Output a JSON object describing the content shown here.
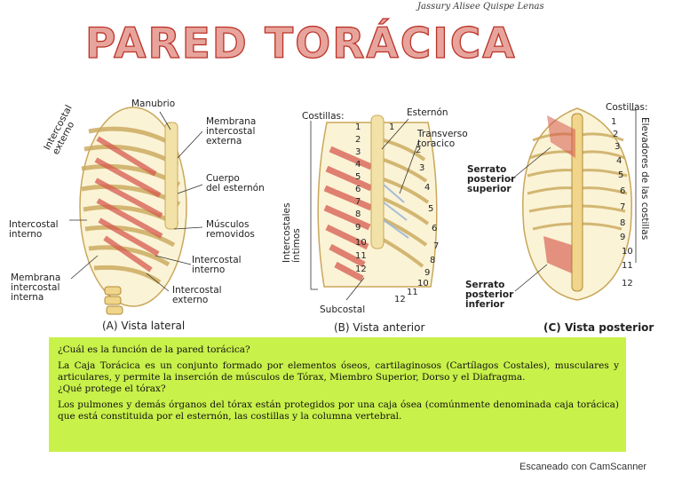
{
  "author": "Jassury Alisee Quispe Lenas",
  "title": "PARED TORÁCICA",
  "figA": {
    "caption": "(A)  Vista lateral",
    "labels": {
      "intercostal_externo_v": "Intercostal\nexterno",
      "manubrio": "Manubrio",
      "membrana_ic_externa": "Membrana\nintercostal\nexterna",
      "cuerpo_esternon": "Cuerpo\ndel esternón",
      "intercostal_interno_l": "Intercostal\ninterno",
      "musculos_removidos": "Músculos\nremovidos",
      "intercostal_interno_r": "Intercostal\ninterno",
      "membrana_ic_interna": "Membrana\nintercostal\ninterna",
      "intercostal_externo_b": "Intercostal\nexterno"
    }
  },
  "figB": {
    "caption": "(B)  Vista anterior",
    "labels": {
      "costillas": "Costillas:",
      "esternon": "Esternón",
      "transverso_toracico": "Transverso\ntoracico",
      "intercostales_intimos": "Intercostales\níntimos",
      "subcostal": "Subcostal"
    },
    "left_numbers": [
      "1",
      "2",
      "3",
      "4",
      "5",
      "6",
      "7",
      "8",
      "9",
      "10",
      "11",
      "12"
    ],
    "right_numbers": [
      "1",
      "2",
      "3",
      "4",
      "5",
      "6",
      "7",
      "8",
      "9",
      "10",
      "11",
      "12"
    ]
  },
  "figC": {
    "caption": "(C)  Vista posterior",
    "labels": {
      "costillas": "Costillas:",
      "elevadores": "Elevadores de las costillas",
      "serrato_superior": "Serrato\nposterior\nsuperior",
      "serrato_inferior": "Serrato\nposterior\ninferior"
    },
    "numbers": [
      "1",
      "2",
      "3",
      "4",
      "5",
      "6",
      "7",
      "8",
      "9",
      "10",
      "11",
      "12"
    ]
  },
  "qa": {
    "q1": "¿Cuál es la función de la pared torácica?",
    "a1": "La Caja Torácica es un conjunto formado por elementos óseos, cartilaginosos (Cartílagos Costales), musculares y articulares, y permite la inserción de músculos de Tórax, Miembro Superior, Dorso y el Diafragma.",
    "q2": "¿Qué protege el tórax?",
    "a2": "Los pulmones y demás órganos del tórax están protegidos por una caja ósea (comúnmente denominada caja torácica) que está constituida por el esternón, las costillas y la columna vertebral."
  },
  "footer": "Escaneado con CamScanner",
  "colors": {
    "title_fill": "#e7a49c",
    "title_stroke": "#bb3328",
    "muscle": "#d65a4e",
    "bone": "#f3e2a8",
    "highlight": "#c8f14a"
  }
}
